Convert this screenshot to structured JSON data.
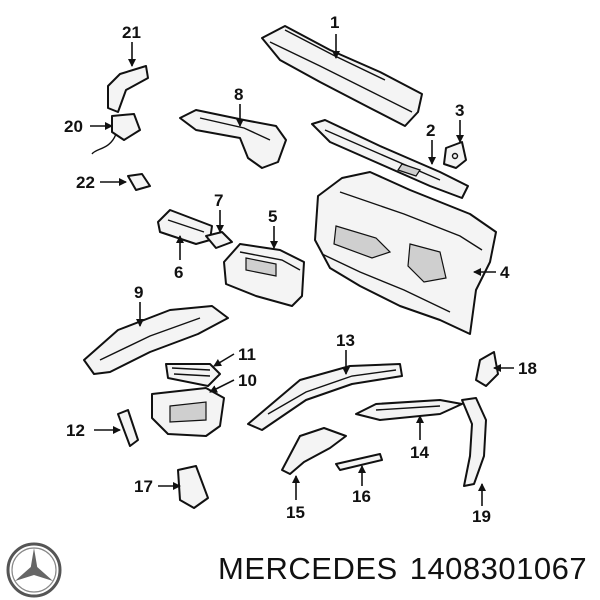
{
  "callouts": {
    "c1": "1",
    "c2": "2",
    "c3": "3",
    "c4": "4",
    "c5": "5",
    "c6": "6",
    "c7": "7",
    "c8": "8",
    "c9": "9",
    "c10": "10",
    "c11": "11",
    "c12": "12",
    "c13": "13",
    "c14": "14",
    "c15": "15",
    "c16": "16",
    "c17": "17",
    "c18": "18",
    "c19": "19",
    "c20": "20",
    "c21": "21",
    "c22": "22"
  },
  "footer": {
    "brand": "MERCEDES",
    "part_number": "1408301067"
  },
  "logo": "mercedes-star-icon"
}
